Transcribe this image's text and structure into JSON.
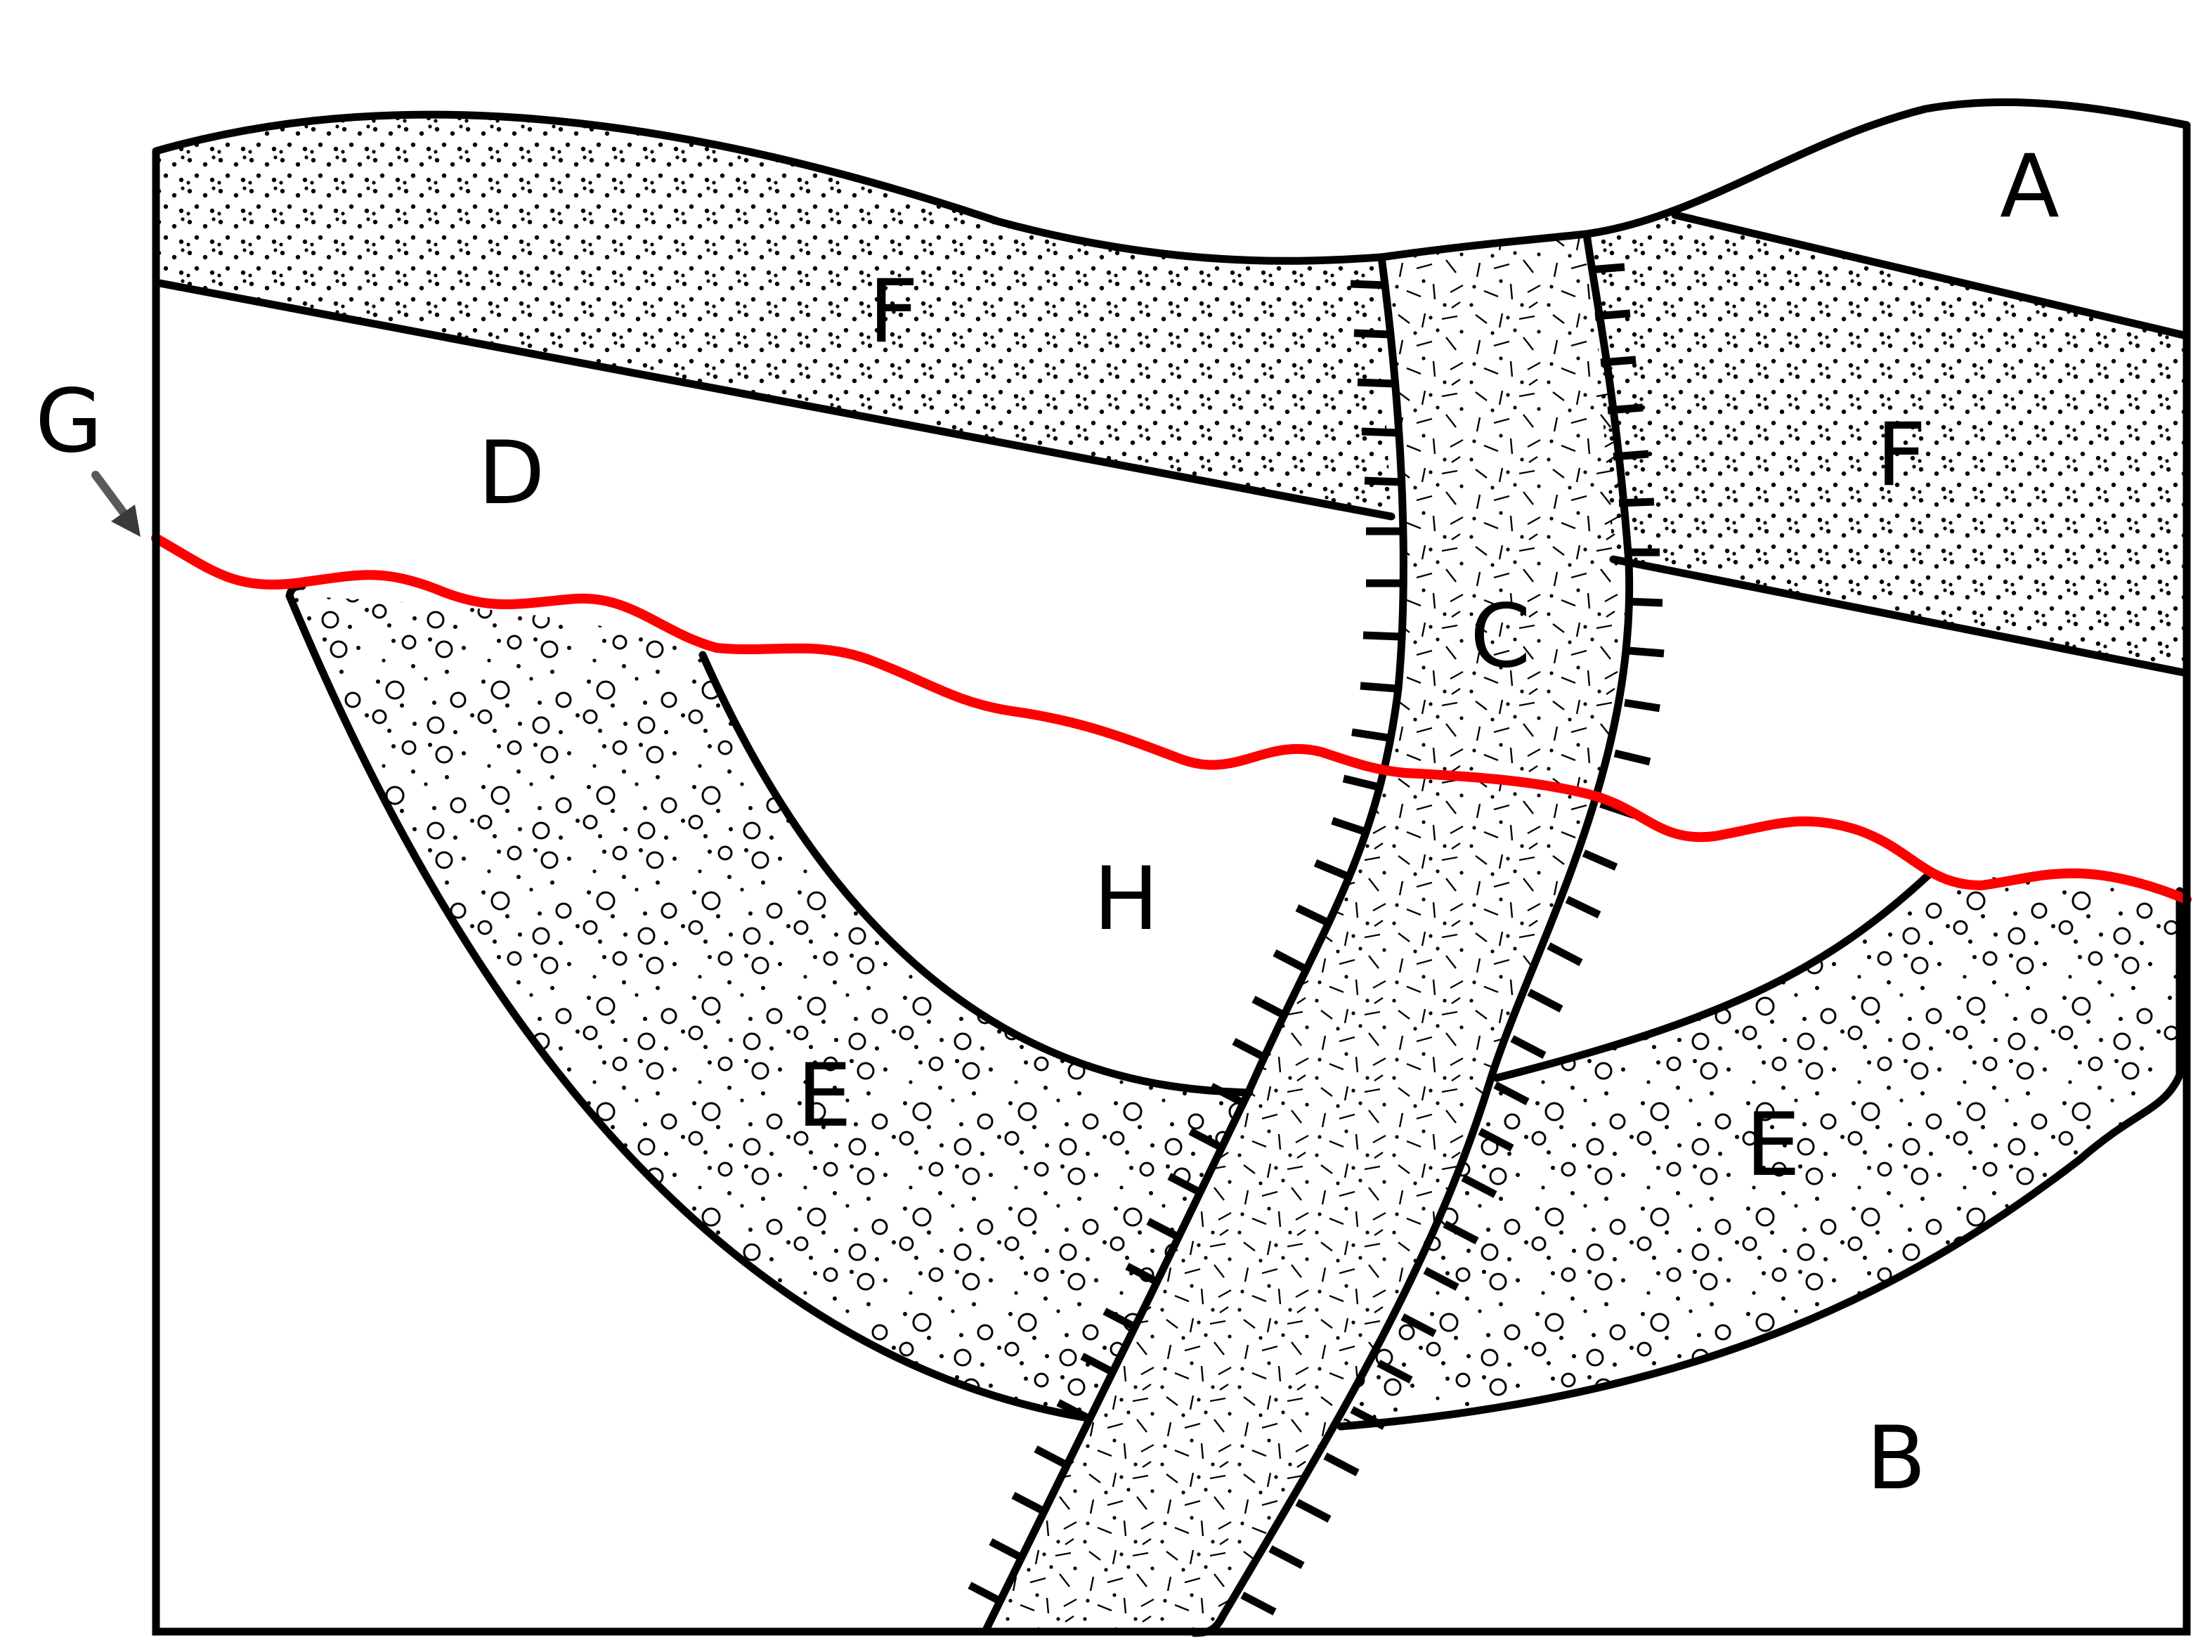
{
  "labels": {
    "A": "A",
    "B": "B",
    "C": "C",
    "D": "D",
    "E_left": "E",
    "E_right": "E",
    "F_left": "F",
    "F_right": "F",
    "G": "G",
    "H": "H"
  },
  "colors": {
    "line": "#000000",
    "unconformity": "#ff0000",
    "background": "#ffffff",
    "pointer": "#5a5a5a"
  }
}
